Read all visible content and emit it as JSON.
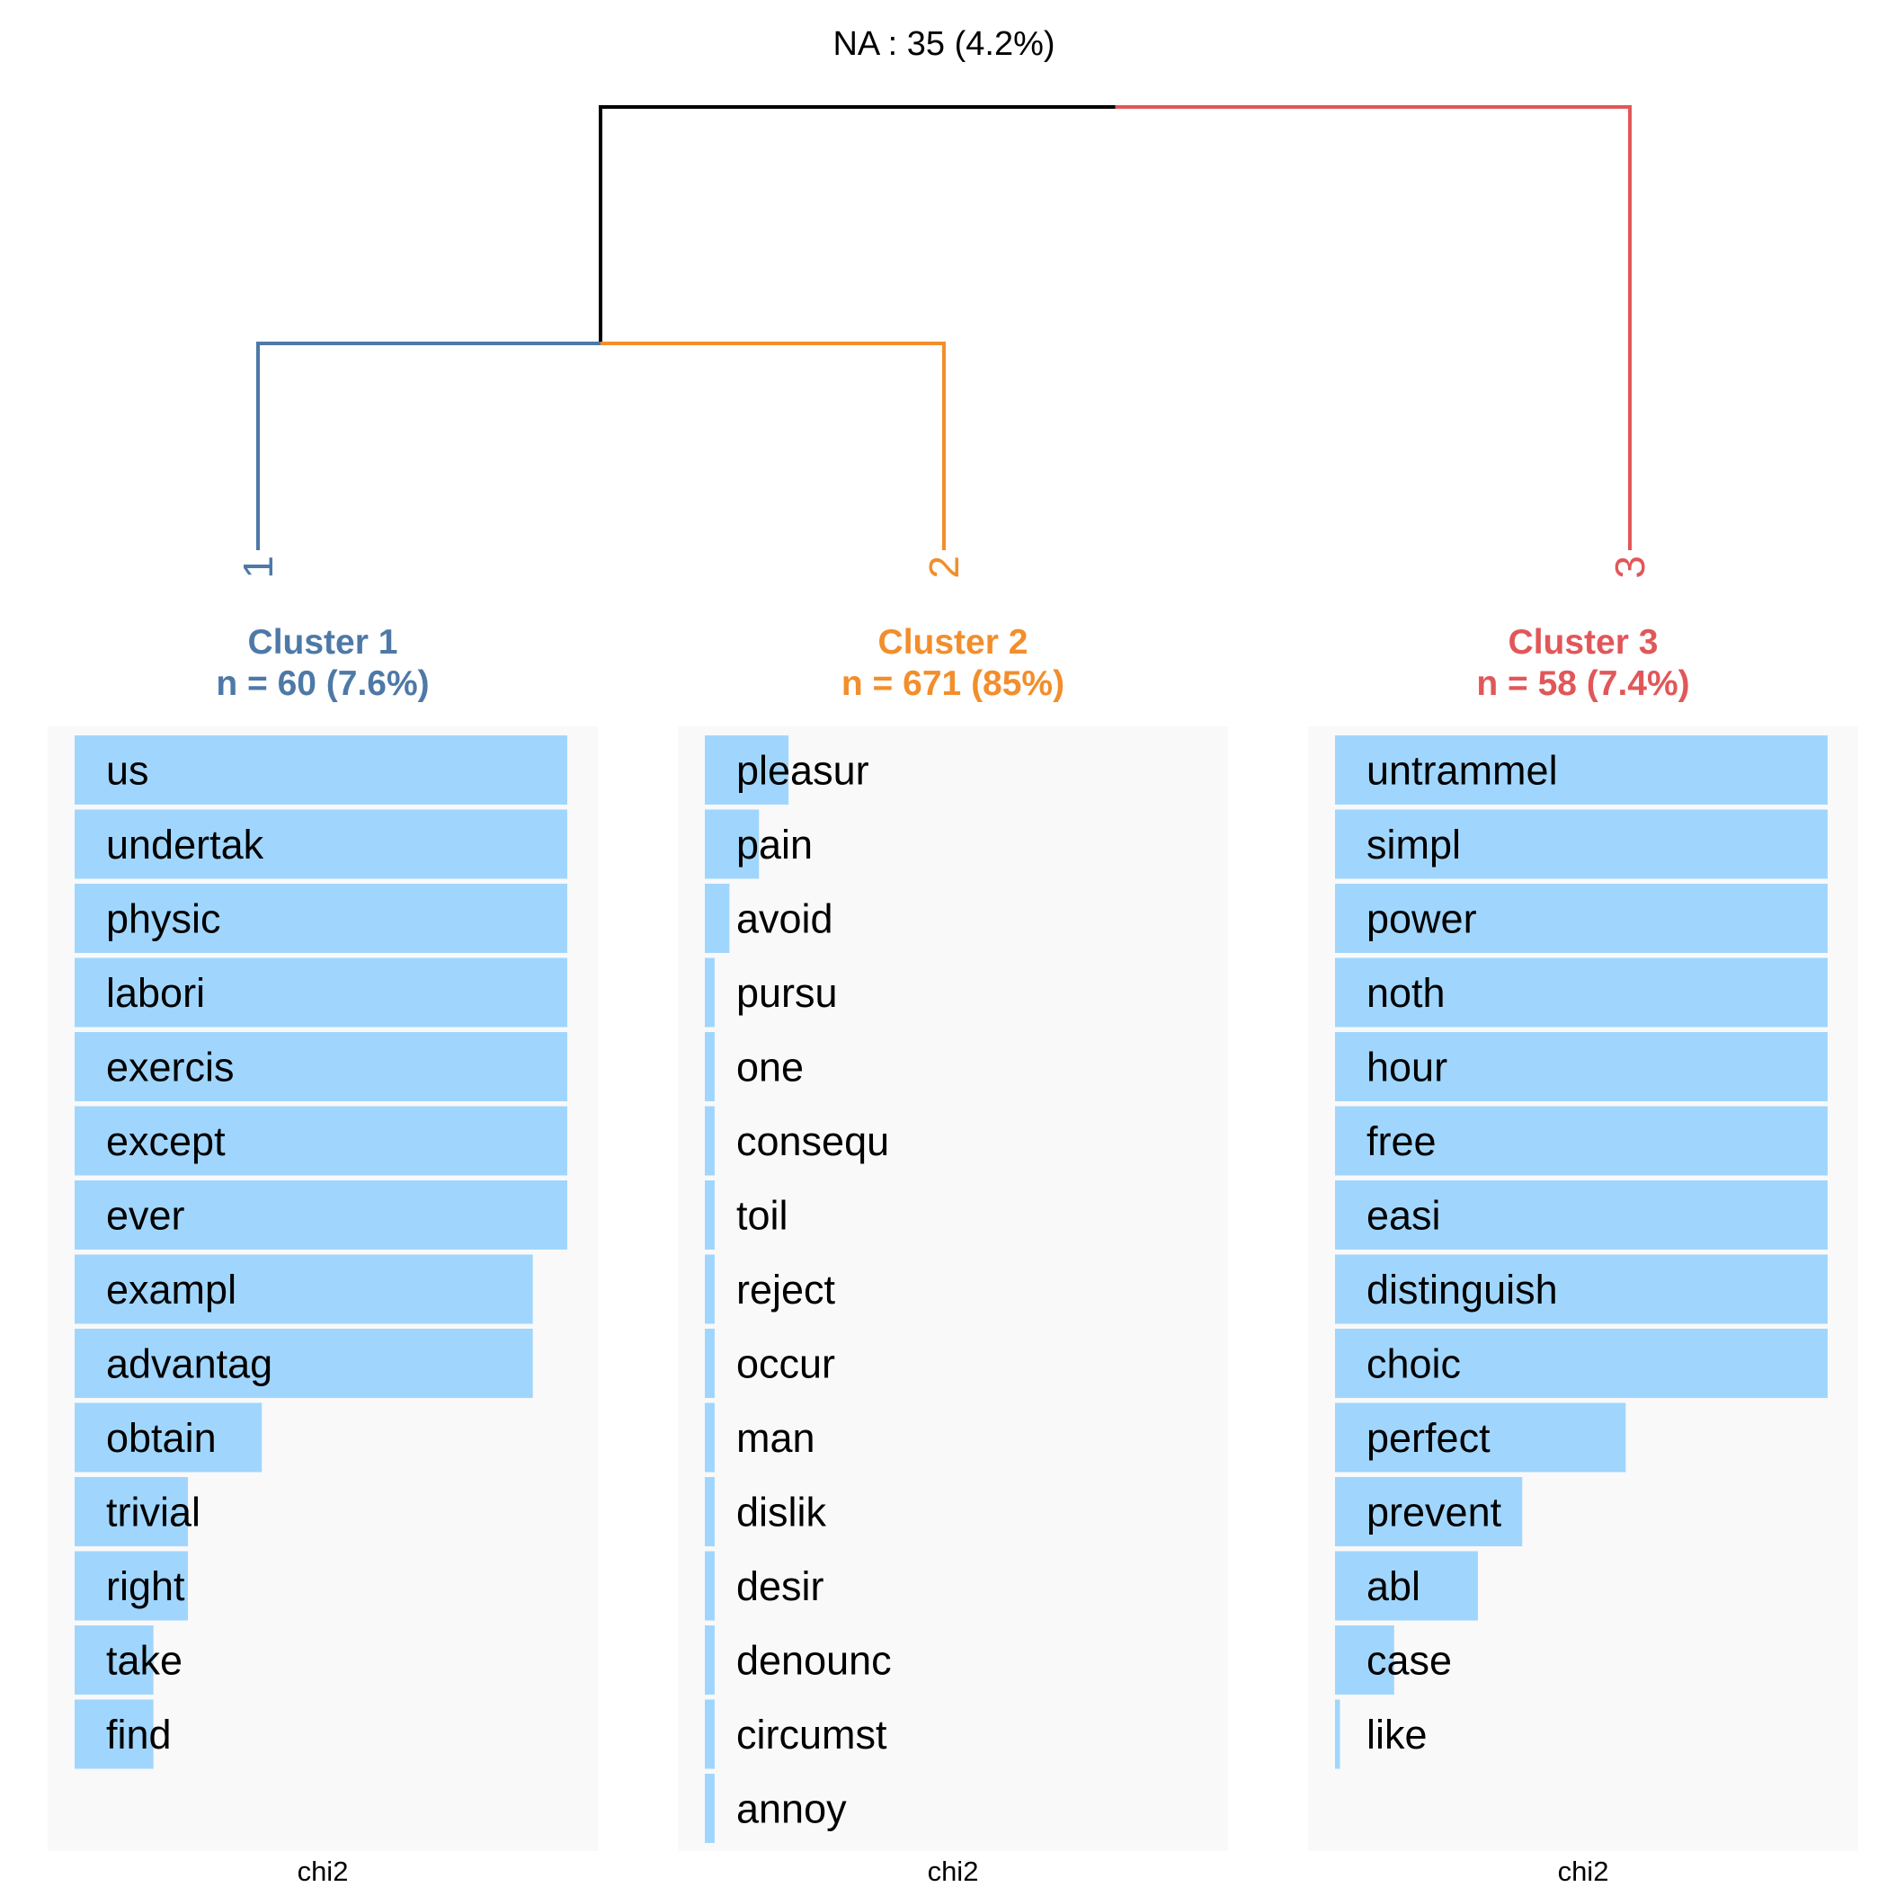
{
  "na_label": "NA : 35 (4.2%)",
  "colors": {
    "root_branch": "#000000",
    "bar_fill": "#a0d6fd",
    "panel_bg": "#f9f9f9"
  },
  "chart_data": {
    "type": "bar",
    "orientation": "horizontal",
    "dendrogram": {
      "root": {
        "left": "node_1_2",
        "right": "3"
      },
      "node_1_2": {
        "left": "1",
        "right": "2"
      },
      "leaf_labels": [
        "1",
        "2",
        "3"
      ]
    },
    "panels": [
      {
        "id": 1,
        "title": "Cluster 1",
        "subtitle": "n = 60 (7.6%)",
        "color": "#4e79a7",
        "xlabel": "chi2",
        "terms": [
          "us",
          "undertak",
          "physic",
          "labori",
          "exercis",
          "except",
          "ever",
          "exampl",
          "advantag",
          "obtain",
          "trivial",
          "right",
          "take",
          "find"
        ],
        "values": [
          1.0,
          1.0,
          1.0,
          1.0,
          1.0,
          1.0,
          1.0,
          0.93,
          0.93,
          0.38,
          0.23,
          0.23,
          0.16,
          0.16
        ]
      },
      {
        "id": 2,
        "title": "Cluster 2",
        "subtitle": "n = 671 (85%)",
        "color": "#f28e2b",
        "xlabel": "chi2",
        "terms": [
          "pleasur",
          "pain",
          "avoid",
          "pursu",
          "one",
          "consequ",
          "toil",
          "reject",
          "occur",
          "man",
          "dislik",
          "desir",
          "denounc",
          "circumst",
          "annoy"
        ],
        "values": [
          0.17,
          0.11,
          0.05,
          0.02,
          0.02,
          0.02,
          0.02,
          0.02,
          0.02,
          0.02,
          0.02,
          0.02,
          0.02,
          0.02,
          0.02
        ]
      },
      {
        "id": 3,
        "title": "Cluster 3",
        "subtitle": "n = 58 (7.4%)",
        "color": "#e15759",
        "xlabel": "chi2",
        "terms": [
          "untrammel",
          "simpl",
          "power",
          "noth",
          "hour",
          "free",
          "easi",
          "distinguish",
          "choic",
          "perfect",
          "prevent",
          "abl",
          "case",
          "like"
        ],
        "values": [
          1.0,
          1.0,
          1.0,
          1.0,
          1.0,
          1.0,
          1.0,
          1.0,
          1.0,
          0.59,
          0.38,
          0.29,
          0.12,
          0.01
        ]
      }
    ]
  }
}
